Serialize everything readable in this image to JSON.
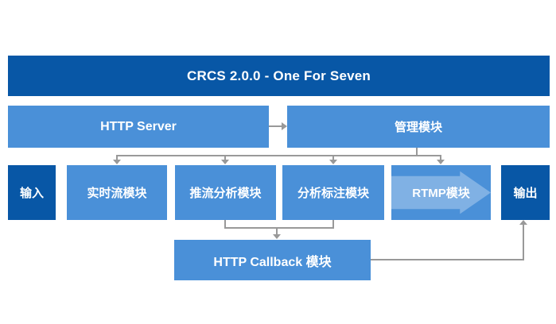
{
  "diagram": {
    "title_bar": {
      "label": "CRCS 2.0.0 - One For Seven"
    },
    "tier2": {
      "http_server": "HTTP Server",
      "management": "管理模块"
    },
    "tier3": {
      "input": "输入",
      "realtime_stream": "实时流模块",
      "push_analysis": "推流分析模块",
      "analysis_annotation": "分析标注模块",
      "rtmp": "RTMP模块",
      "output": "输出"
    },
    "tier4": {
      "http_callback": "HTTP Callback 模块"
    },
    "colors": {
      "dark_blue": "#0857a6",
      "light_blue": "#4a90d8",
      "chevron_highlight": "rgba(255,255,255,0.30)",
      "connector_gray": "#999999",
      "text": "#ffffff",
      "background": "#ffffff"
    }
  }
}
